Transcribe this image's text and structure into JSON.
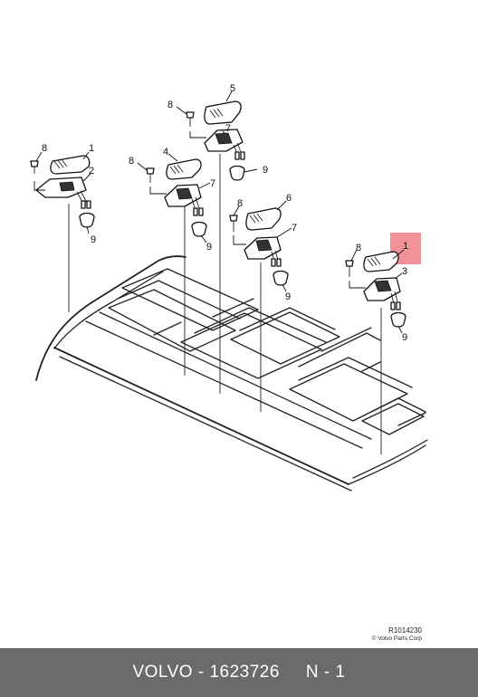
{
  "drawing": {
    "reference": "R1014230",
    "copyright": "© Volvo Parts Corp",
    "callouts": [
      {
        "id": "c1a",
        "label": "1"
      },
      {
        "id": "c1b",
        "label": "1"
      },
      {
        "id": "c2",
        "label": "2"
      },
      {
        "id": "c3",
        "label": "3"
      },
      {
        "id": "c4",
        "label": "4"
      },
      {
        "id": "c5",
        "label": "5"
      },
      {
        "id": "c6",
        "label": "6"
      },
      {
        "id": "c7a",
        "label": "7"
      },
      {
        "id": "c7b",
        "label": "7"
      },
      {
        "id": "c7c",
        "label": "7"
      },
      {
        "id": "c8a",
        "label": "8"
      },
      {
        "id": "c8b",
        "label": "8"
      },
      {
        "id": "c8c",
        "label": "8"
      },
      {
        "id": "c8d",
        "label": "8"
      },
      {
        "id": "c8e",
        "label": "8"
      },
      {
        "id": "c9a",
        "label": "9"
      },
      {
        "id": "c9b",
        "label": "9"
      },
      {
        "id": "c9c",
        "label": "9"
      },
      {
        "id": "c9d",
        "label": "9"
      },
      {
        "id": "c9e",
        "label": "9"
      }
    ],
    "highlight_color": "#f07f86"
  },
  "footer": {
    "brand": "VOLVO",
    "separator": " - ",
    "part_number": "1623726",
    "position": "N - 1",
    "background": "#6b6b6b"
  }
}
